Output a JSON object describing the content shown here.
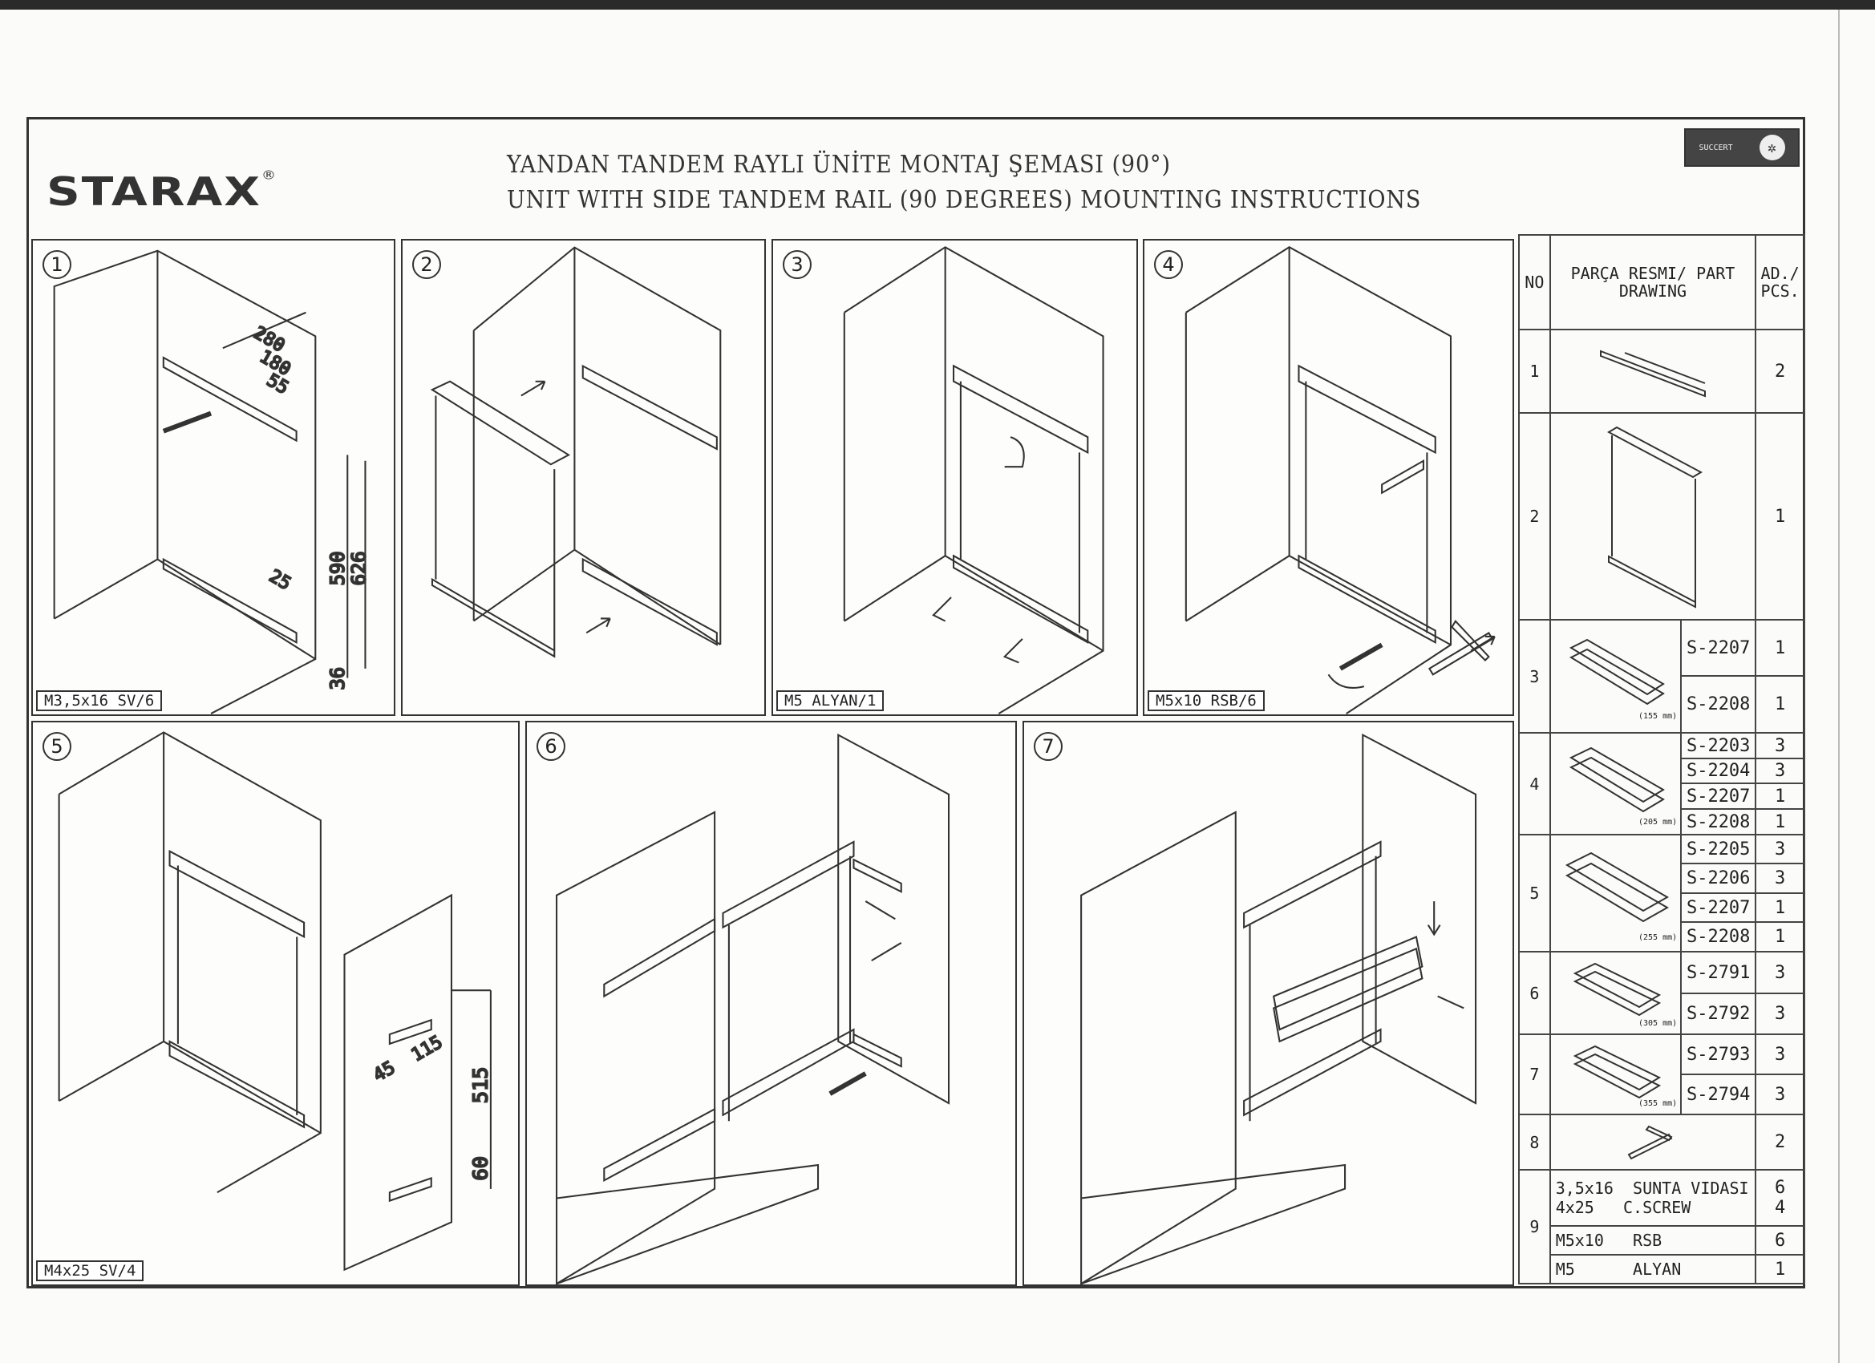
{
  "header": {
    "logo": "STARAX",
    "logo_mark": "®",
    "title_tr": "YANDAN TANDEM RAYLI ÜNİTE MONTAJ ŞEMASI (90°)",
    "title_en": "UNIT WITH SIDE TANDEM RAIL (90 DEGREES) MOUNTING INSTRUCTIONS",
    "cert_label": "SUCCERT"
  },
  "steps": [
    {
      "number": "1",
      "fastener": "M3,5x16 SV/6",
      "dims": [
        "280",
        "180",
        "55",
        "25",
        "590",
        "626",
        "36"
      ]
    },
    {
      "number": "2"
    },
    {
      "number": "3",
      "fastener": "M5 ALYAN/1"
    },
    {
      "number": "4",
      "fastener": "M5x10 RSB/6"
    },
    {
      "number": "5",
      "fastener": "M4x25 SV/4",
      "dims": [
        "115",
        "45",
        "515",
        "60"
      ]
    },
    {
      "number": "6"
    },
    {
      "number": "7"
    }
  ],
  "parts_table": {
    "headers": {
      "no": "NO",
      "drawing": "PARÇA RESMI/ PART DRAWING",
      "qty": "AD./ PCS."
    },
    "rows": [
      {
        "no": "1",
        "qty": "2"
      },
      {
        "no": "2",
        "qty": "1"
      },
      {
        "no": "3",
        "size": "(155 mm)",
        "items": [
          {
            "code": "S-2207",
            "qty": "1"
          },
          {
            "code": "S-2208",
            "qty": "1"
          }
        ]
      },
      {
        "no": "4",
        "size": "(205 mm)",
        "items": [
          {
            "code": "S-2203",
            "qty": "3"
          },
          {
            "code": "S-2204",
            "qty": "3"
          },
          {
            "code": "S-2207",
            "qty": "1"
          },
          {
            "code": "S-2208",
            "qty": "1"
          }
        ]
      },
      {
        "no": "5",
        "size": "(255 mm)",
        "items": [
          {
            "code": "S-2205",
            "qty": "3"
          },
          {
            "code": "S-2206",
            "qty": "3"
          },
          {
            "code": "S-2207",
            "qty": "1"
          },
          {
            "code": "S-2208",
            "qty": "1"
          }
        ]
      },
      {
        "no": "6",
        "size": "(305 mm)",
        "items": [
          {
            "code": "S-2791",
            "qty": "3"
          },
          {
            "code": "S-2792",
            "qty": "3"
          }
        ]
      },
      {
        "no": "7",
        "size": "(355 mm)",
        "items": [
          {
            "code": "S-2793",
            "qty": "3"
          },
          {
            "code": "S-2794",
            "qty": "3"
          }
        ]
      },
      {
        "no": "8",
        "qty": "2"
      },
      {
        "no": "9",
        "hardware": [
          {
            "spec": "3,5x16",
            "name": "SUNTA VIDASI",
            "qty": "6"
          },
          {
            "spec": "4x25",
            "name": "C.SCREW",
            "qty": "4"
          },
          {
            "spec": "M5x10",
            "name": "RSB",
            "qty": "6"
          },
          {
            "spec": "M5",
            "name": "ALYAN",
            "qty": "1"
          }
        ]
      }
    ]
  }
}
